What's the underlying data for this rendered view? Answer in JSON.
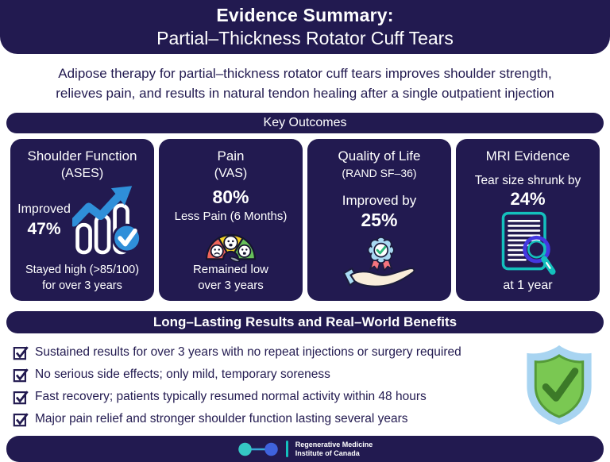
{
  "header": {
    "title_line1": "Evidence Summary:",
    "title_line2": "Partial–Thickness Rotator Cuff Tears"
  },
  "subtitle": {
    "line1": "Adipose therapy for partial–thickness rotator cuff tears improves shoulder strength,",
    "line2": "relieves pain, and results in natural tendon healing after a single outpatient injection"
  },
  "key_outcomes": {
    "section_title": "Key Outcomes",
    "cards": [
      {
        "title": "Shoulder Function",
        "subtitle": "(ASES)",
        "label": "Improved",
        "value": "47%",
        "foot_line1": "Stayed high (>85/100)",
        "foot_line2": "for over 3 years",
        "icon": "bar-chart-up-arrow-check"
      },
      {
        "title": "Pain",
        "subtitle": "(VAS)",
        "value": "80%",
        "label": "Less Pain (6 Months)",
        "foot_line1": "Remained low",
        "foot_line2": "over 3 years",
        "icon": "pain-gauge-faces"
      },
      {
        "title": "Quality of Life",
        "subtitle": "(RAND SF–36)",
        "label": "Improved by",
        "value": "25%",
        "icon": "award-badge-on-hand"
      },
      {
        "title": "MRI Evidence",
        "label": "Tear size shrunk by",
        "value": "24%",
        "foot": "at 1 year",
        "icon": "document-magnifier"
      }
    ]
  },
  "benefits": {
    "section_title": "Long–Lasting Results and Real–World Benefits",
    "items": [
      "Sustained results for over 3 years with no repeat injections or surgery required",
      "No serious side effects; only mild, temporary soreness",
      "Fast recovery; patients typically resumed normal activity within 48 hours",
      "Major pain relief and stronger shoulder function lasting several years"
    ],
    "icon": "shield-check"
  },
  "footer": {
    "org_line1": "Regenerative Medicine",
    "org_line2": "Institute of Canada"
  },
  "colors": {
    "navy": "#221a50",
    "accent_blue": "#2f8fd9",
    "teal": "#14c0bd",
    "magnifier_ring": "#4338e0",
    "gauge_red": "#f0655a",
    "gauge_yellow": "#f5d327",
    "gauge_green": "#67c05a",
    "badge_blue": "#a9d9f2",
    "ribbon_pink": "#f4747e",
    "shield_blue": "#a8d4f1",
    "shield_green": "#7ac852",
    "check_green": "#3c7a28"
  }
}
